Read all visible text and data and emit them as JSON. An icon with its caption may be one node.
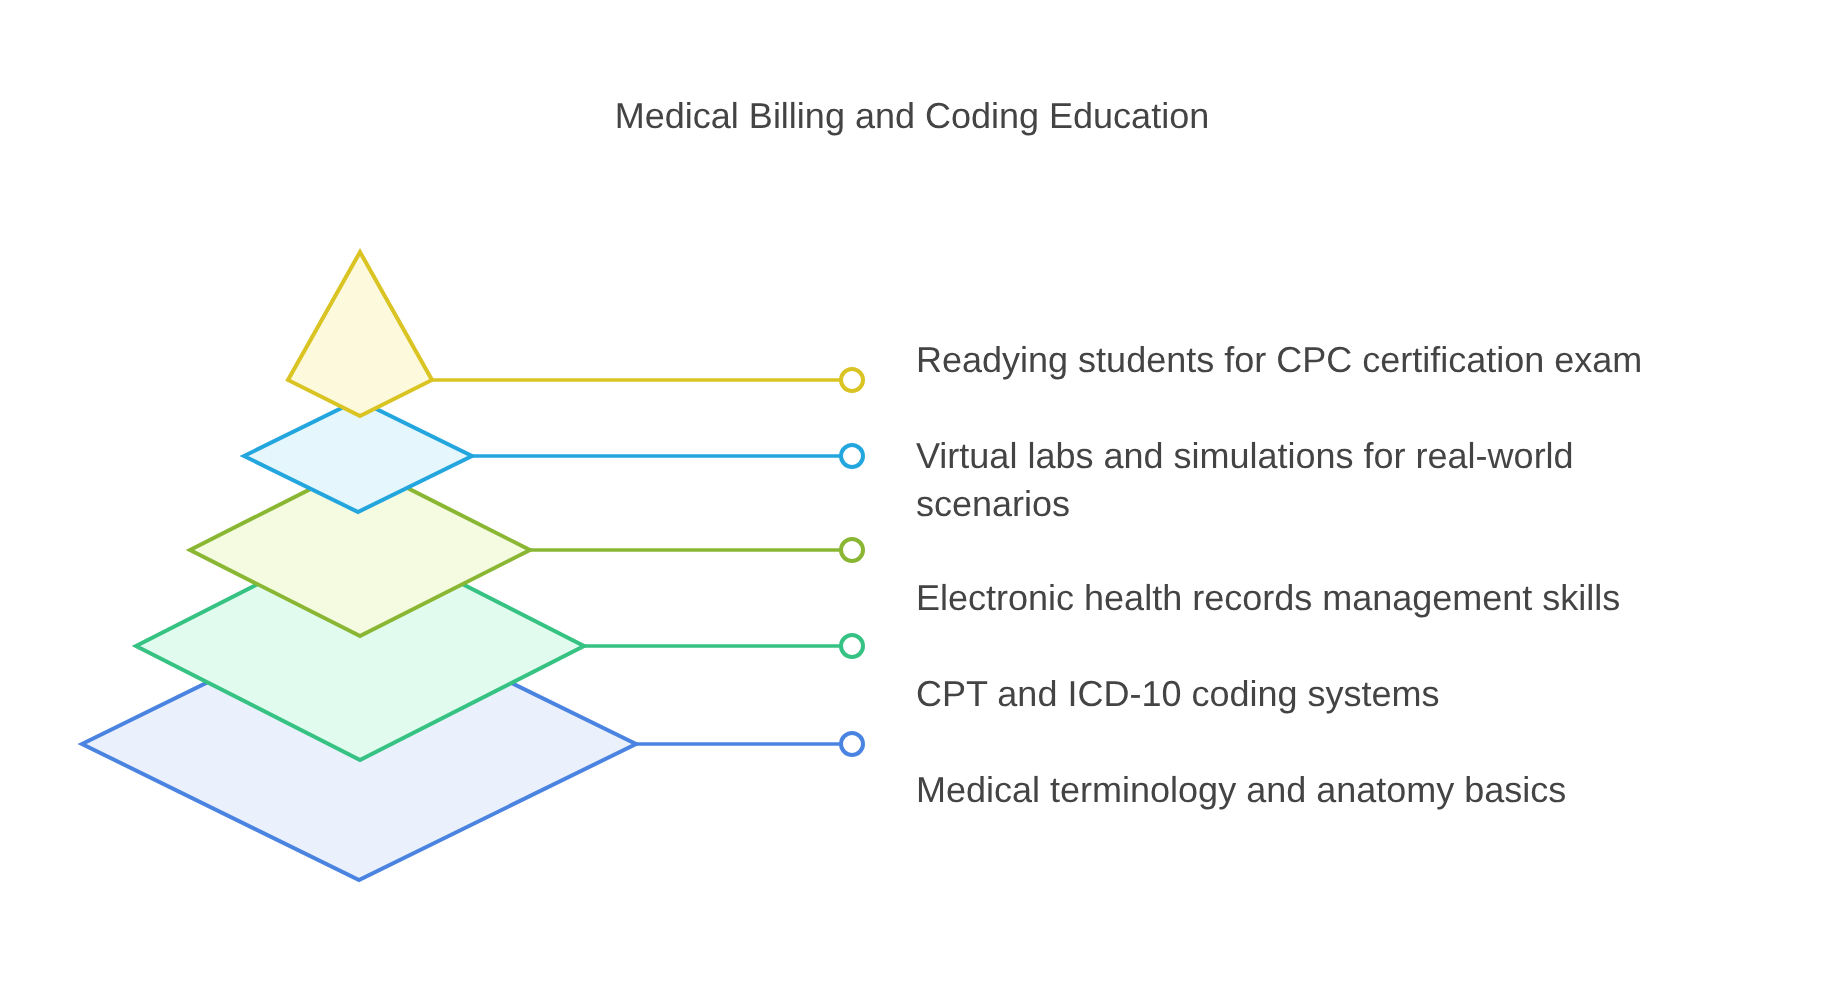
{
  "diagram": {
    "title": "Medical Billing and Coding Education",
    "nodes": [
      {
        "text": [],
        "shape": "triangle"
      },
      {
        "text": [],
        "shape": "diamond"
      },
      {
        "text": [],
        "shape": "diamond"
      },
      {
        "text": [],
        "shape": "diamond"
      },
      {
        "text": [],
        "shape": "diamond"
      },
      {
        "text": [
          "Readying students for CPC certification exam"
        ]
      },
      {
        "text": [
          "Virtual labs and simulations for real-world scenarios"
        ]
      },
      {
        "text": [
          "Electronic health records management skills"
        ]
      },
      {
        "text": [
          "CPT and ICD-10 coding systems"
        ]
      },
      {
        "text": [
          "Medical terminology and anatomy basics"
        ]
      }
    ],
    "edges": [
      {
        "from": 0,
        "to": 5,
        "arrow": "other",
        "color": "#d9c424"
      },
      {
        "from": 1,
        "to": 6,
        "arrow": "other",
        "color": "#23a6de"
      },
      {
        "from": 2,
        "to": 7,
        "arrow": "other",
        "color": "#8ab733"
      },
      {
        "from": 3,
        "to": 8,
        "arrow": "other",
        "color": "#35c283"
      },
      {
        "from": 4,
        "to": 9,
        "arrow": "other",
        "color": "#4a84e0"
      }
    ]
  }
}
